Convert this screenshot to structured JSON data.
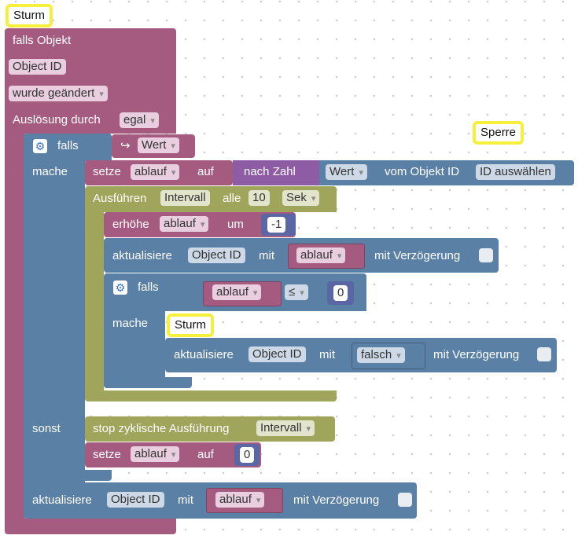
{
  "comments": {
    "top": "Sturm",
    "sperre": "Sperre",
    "inner": "Sturm"
  },
  "trigger": {
    "falls_objekt": "falls Objekt",
    "object_id": "Object ID",
    "wurde_geaendert": "wurde geändert",
    "ausloesung_durch": "Auslösung durch",
    "egal": "egal"
  },
  "if_block": {
    "falls": "falls",
    "mache": "mache",
    "sonst": "sonst",
    "arrow": "↪",
    "wert": "Wert"
  },
  "setze1": {
    "setze": "setze",
    "var": "ablauf",
    "auf": "auf",
    "nach_zahl": "nach Zahl",
    "wert": "Wert",
    "vom_objekt": "vom Objekt ID",
    "id_select": "ID auswählen"
  },
  "interval": {
    "ausfuehren": "Ausführen",
    "name": "Intervall",
    "alle": "alle",
    "value": "10",
    "unit": "Sek"
  },
  "erhoehe": {
    "label": "erhöhe",
    "var": "ablauf",
    "um": "um",
    "value": "-1"
  },
  "update1": {
    "label": "aktualisiere",
    "object_id": "Object ID",
    "mit": "mit",
    "var": "ablauf",
    "delay": "mit Verzögerung"
  },
  "inner_if": {
    "falls": "falls",
    "var": "ablauf",
    "op": "≤",
    "value": "0",
    "mache": "mache"
  },
  "update2": {
    "label": "aktualisiere",
    "object_id": "Object ID",
    "mit": "mit",
    "value": "falsch",
    "delay": "mit Verzögerung"
  },
  "stop": {
    "label": "stop zyklische Ausführung",
    "name": "Intervall"
  },
  "setze2": {
    "setze": "setze",
    "var": "ablauf",
    "auf": "auf",
    "value": "0"
  },
  "update3": {
    "label": "aktualisiere",
    "object_id": "Object ID",
    "mit": "mit",
    "var": "ablauf",
    "delay": "mit Verzögerung"
  }
}
